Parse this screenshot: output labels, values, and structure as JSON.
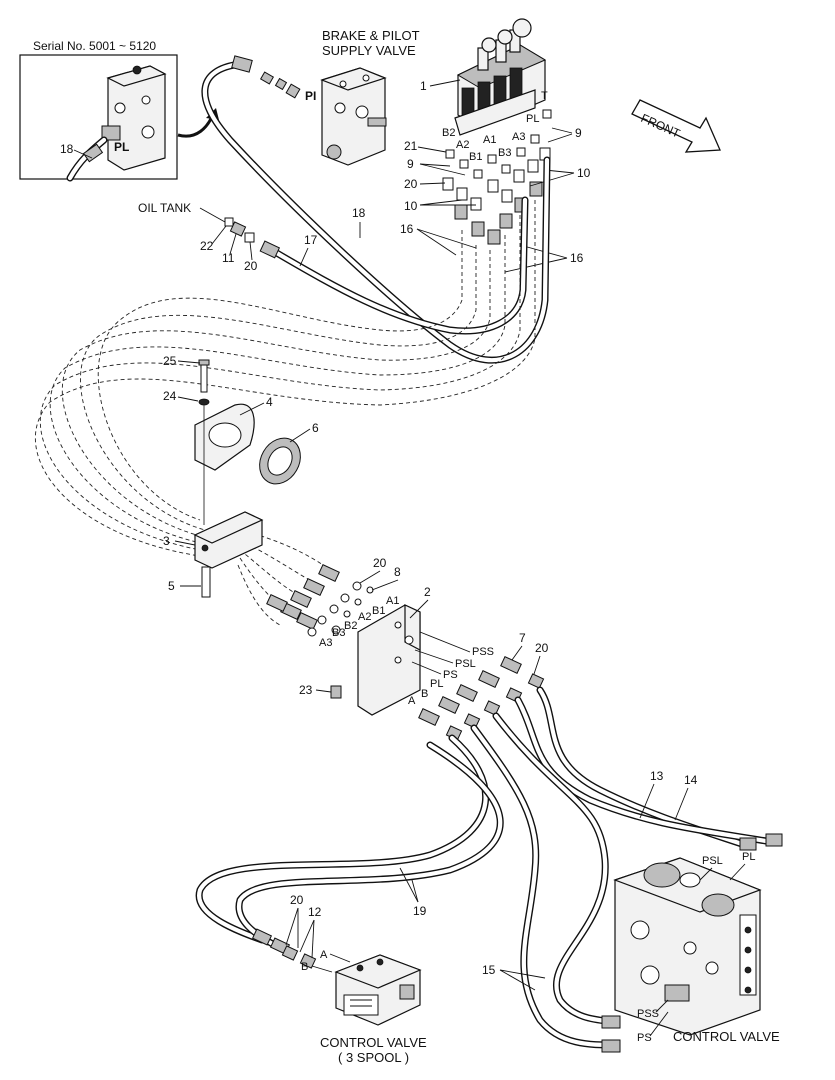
{
  "inset": {
    "serial": "Serial No. 5001 ~ 5120",
    "port": "PL",
    "callout": "18"
  },
  "titles": {
    "brake_line1": "BRAKE & PILOT",
    "brake_line2": "SUPPLY VALVE",
    "oil_tank": "OIL TANK",
    "front": "FRONT",
    "control_valve_3spool_line1": "CONTROL VALVE",
    "control_valve_3spool_line2": "( 3 SPOOL )",
    "control_valve_main": "CONTROL VALVE"
  },
  "port_labels": {
    "pi": "PI",
    "b2": "B2",
    "a2": "A2",
    "b1": "B1",
    "a1": "A1",
    "b3": "B3",
    "a3": "A3",
    "pl": "PL",
    "t": "T",
    "m_b1": "B1",
    "m_a1": "A1",
    "m_a2": "A2",
    "m_b2": "B2",
    "m_b3": "B3",
    "m_a3": "A3",
    "pss": "PSS",
    "psl": "PSL",
    "ps": "PS",
    "pl2": "PL",
    "b": "B",
    "a": "A",
    "cv_a": "A",
    "cv_b": "B",
    "mcv_psl": "PSL",
    "mcv_pl": "PL",
    "mcv_pss": "PSS",
    "mcv_ps": "PS"
  },
  "callouts": {
    "c1": "1",
    "c9a": "9",
    "c9b": "9",
    "c21": "21",
    "c20a": "20",
    "c10a": "10",
    "c10b": "10",
    "c16a": "16",
    "c16b": "16",
    "c18": "18",
    "c17": "17",
    "c22": "22",
    "c11": "11",
    "c20b": "20",
    "c25": "25",
    "c24": "24",
    "c4": "4",
    "c6": "6",
    "c3": "3",
    "c5": "5",
    "c20c": "20",
    "c8": "8",
    "c2": "2",
    "c7": "7",
    "c20d": "20",
    "c23": "23",
    "c13": "13",
    "c14": "14",
    "c19": "19",
    "c20e": "20",
    "c12": "12",
    "c15": "15"
  }
}
